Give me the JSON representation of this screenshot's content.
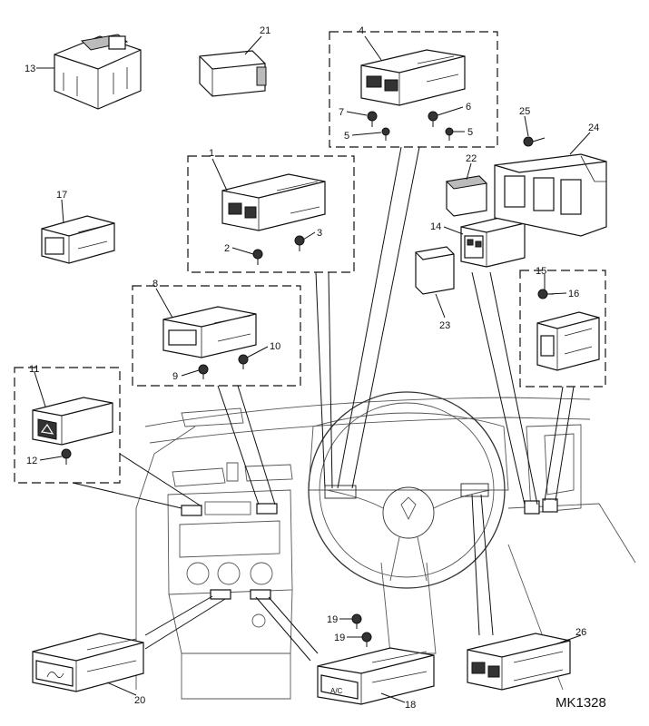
{
  "diagram": {
    "reference_code": "MK1328",
    "callouts": [
      {
        "id": "c1",
        "text": "1"
      },
      {
        "id": "c2",
        "text": "2"
      },
      {
        "id": "c3",
        "text": "3"
      },
      {
        "id": "c4",
        "text": "4"
      },
      {
        "id": "c5a",
        "text": "5"
      },
      {
        "id": "c5b",
        "text": "5"
      },
      {
        "id": "c6",
        "text": "6"
      },
      {
        "id": "c7",
        "text": "7"
      },
      {
        "id": "c8",
        "text": "8"
      },
      {
        "id": "c9",
        "text": "9"
      },
      {
        "id": "c10",
        "text": "10"
      },
      {
        "id": "c11",
        "text": "11"
      },
      {
        "id": "c12",
        "text": "12"
      },
      {
        "id": "c13",
        "text": "13"
      },
      {
        "id": "c14",
        "text": "14"
      },
      {
        "id": "c15",
        "text": "15"
      },
      {
        "id": "c16",
        "text": "16"
      },
      {
        "id": "c17",
        "text": "17"
      },
      {
        "id": "c18",
        "text": "18"
      },
      {
        "id": "c19a",
        "text": "19"
      },
      {
        "id": "c19b",
        "text": "19"
      },
      {
        "id": "c20",
        "text": "20"
      },
      {
        "id": "c21",
        "text": "21"
      },
      {
        "id": "c22",
        "text": "22"
      },
      {
        "id": "c23",
        "text": "23"
      },
      {
        "id": "c24",
        "text": "24"
      },
      {
        "id": "c25",
        "text": "25"
      },
      {
        "id": "c26",
        "text": "26"
      }
    ],
    "switch_legend": "A/C"
  }
}
